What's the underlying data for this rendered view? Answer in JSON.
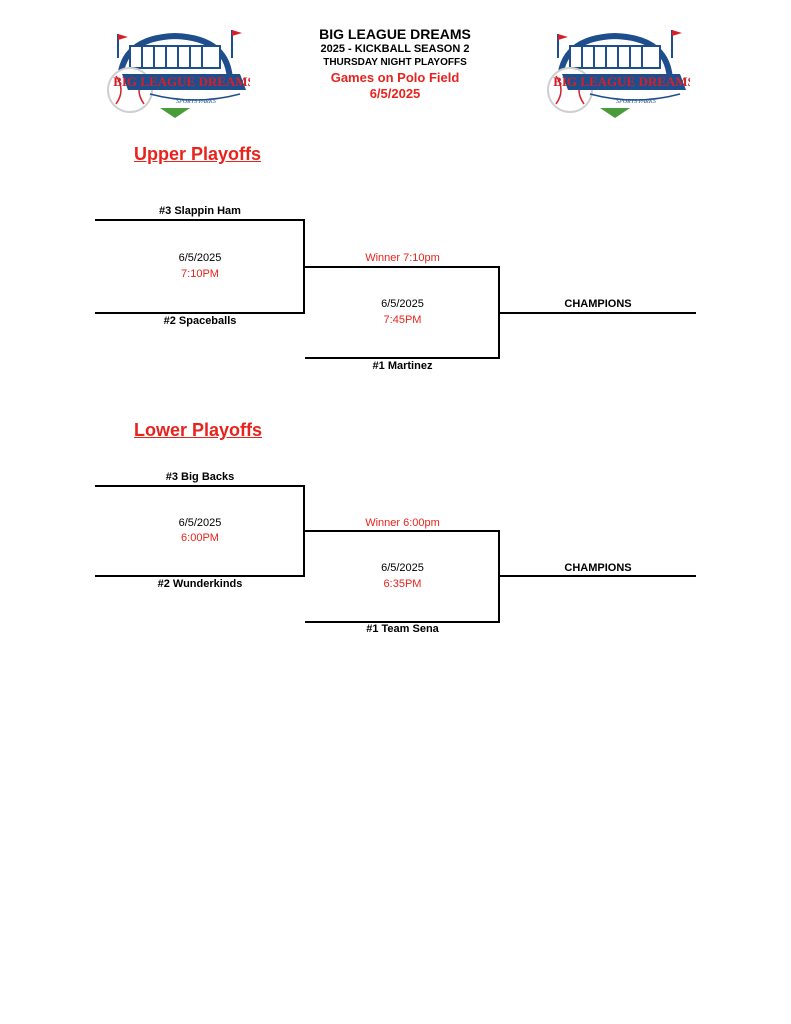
{
  "header": {
    "title": "BIG LEAGUE DREAMS",
    "season": "2025 - KICKBALL SEASON 2",
    "subtitle": "THURSDAY  NIGHT PLAYOFFS",
    "field": "Games on Polo Field",
    "date": "6/5/2025"
  },
  "logo": {
    "main_text": "BIG LEAGUE DREAMS",
    "sub_text": "SPORTS PARKS",
    "colors": {
      "blue": "#1f4e8c",
      "red": "#d5202a",
      "green": "#4a9b3a"
    }
  },
  "upper": {
    "title": "Upper Playoffs",
    "seed3": "#3 Slappin Ham",
    "seed2": "#2 Spaceballs",
    "seed1": "#1 Martinez",
    "game1_date": "6/5/2025",
    "game1_time": "7:10PM",
    "winner_label": "Winner 7:10pm",
    "game2_date": "6/5/2025",
    "game2_time": "7:45PM",
    "champions": "CHAMPIONS"
  },
  "lower": {
    "title": "Lower Playoffs",
    "seed3": "#3 Big Backs",
    "seed2": "#2 Wunderkinds",
    "seed1": "#1 Team Sena",
    "game1_date": "6/5/2025",
    "game1_time": "6:00PM",
    "winner_label": "Winner 6:00pm",
    "game2_date": "6/5/2025",
    "game2_time": "6:35PM",
    "champions": "CHAMPIONS"
  }
}
